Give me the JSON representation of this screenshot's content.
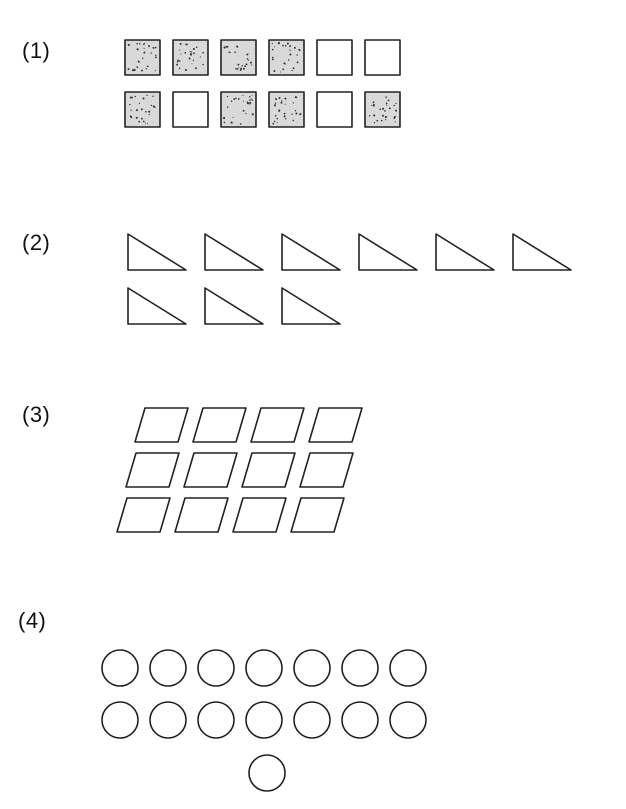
{
  "problems": [
    {
      "label": "(1)",
      "shape": "square",
      "rows": [
        [
          true,
          true,
          true,
          true,
          false,
          false
        ],
        [
          true,
          false,
          true,
          true,
          false,
          true
        ]
      ]
    },
    {
      "label": "(2)",
      "shape": "right-triangle",
      "rows": [
        [
          false,
          false,
          false,
          false,
          false,
          false
        ],
        [
          false,
          false,
          false
        ]
      ]
    },
    {
      "label": "(3)",
      "shape": "parallelogram",
      "rows": [
        [
          false,
          false,
          false,
          false
        ],
        [
          false,
          false,
          false,
          false
        ],
        [
          false,
          false,
          false,
          false
        ]
      ]
    },
    {
      "label": "(4)",
      "shape": "circle",
      "rows": [
        [
          false,
          false,
          false,
          false,
          false,
          false,
          false
        ],
        [
          false,
          false,
          false,
          false,
          false,
          false,
          false
        ],
        [
          false
        ]
      ]
    }
  ],
  "colors": {
    "ink": "#222222",
    "shade": "#d9d9d9"
  }
}
